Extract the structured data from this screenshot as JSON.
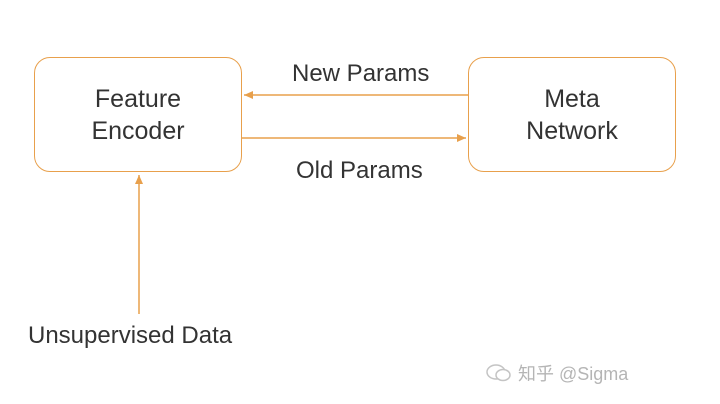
{
  "diagram": {
    "nodes": {
      "feature_encoder": {
        "line1": "Feature",
        "line2": "Encoder"
      },
      "meta_network": {
        "line1": "Meta",
        "line2": "Network"
      }
    },
    "edges": {
      "new_params": "New Params",
      "old_params": "Old Params",
      "unsupervised_data": "Unsupervised Data"
    },
    "watermark": "知乎 @Sigma"
  },
  "colors": {
    "accent": "#E8A04C",
    "text": "#333333",
    "watermark": "#b5b5b5"
  }
}
